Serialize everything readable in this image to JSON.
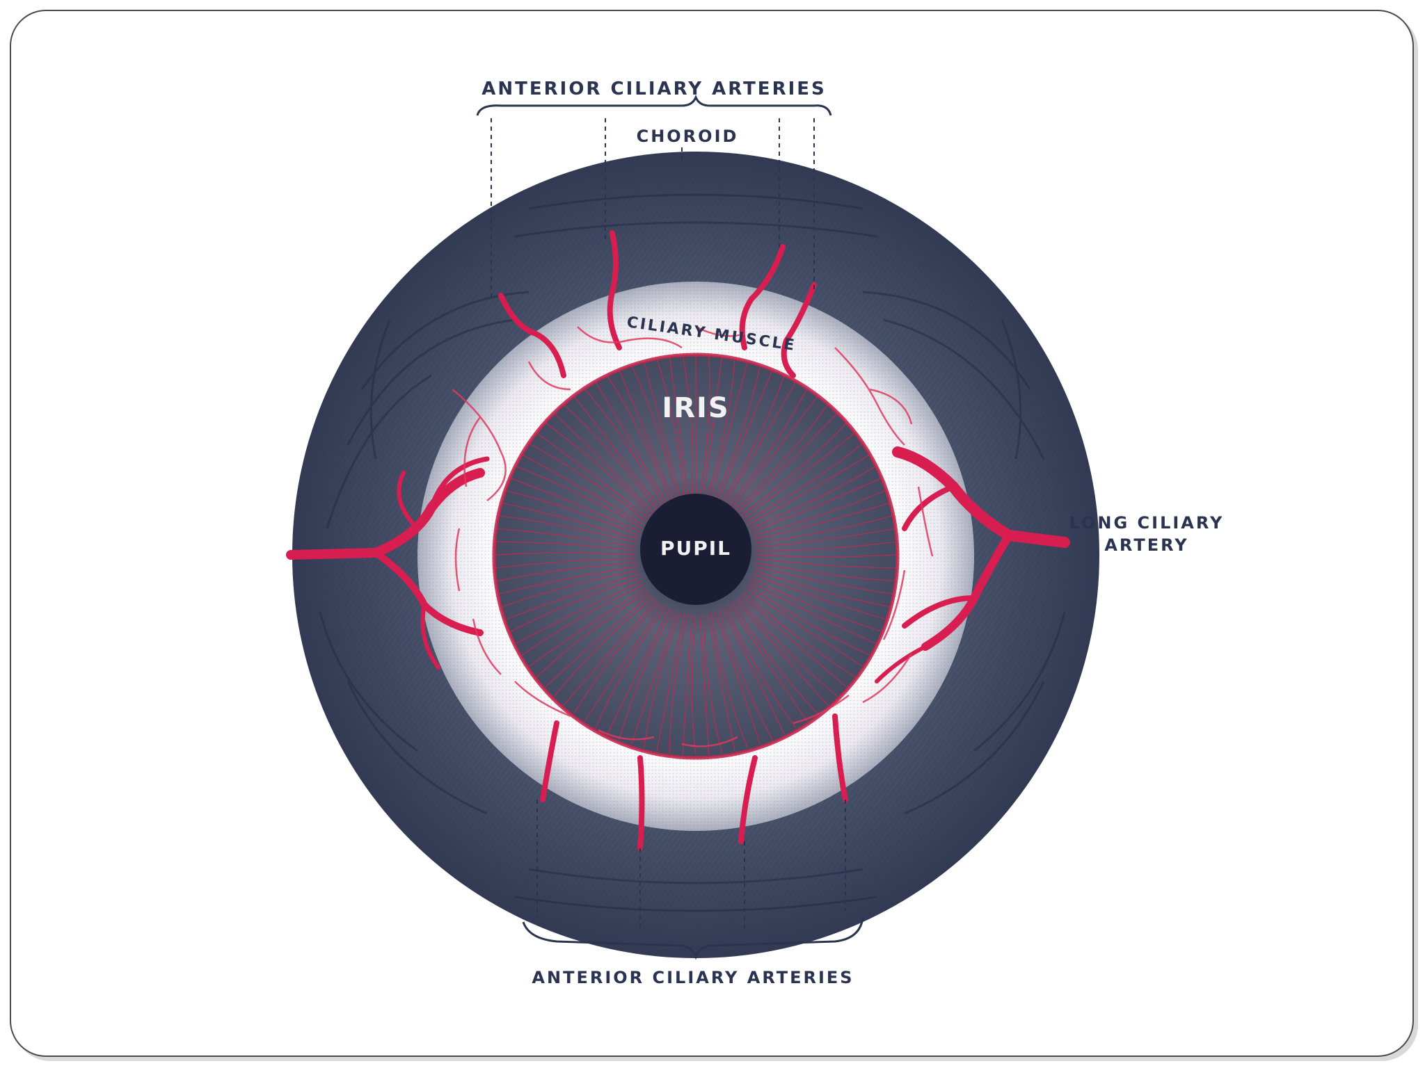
{
  "labels": {
    "anterior_top": "ANTERIOR CILIARY ARTERIES",
    "choroid": "CHOROID",
    "ciliary_muscle": "CILIARY MUSCLE",
    "iris": "IRIS",
    "pupil": "PUPIL",
    "long_ciliary_line1": "LONG CILIARY",
    "long_ciliary_line2": "ARTERY",
    "anterior_bottom": "ANTERIOR CILIARY ARTERIES"
  },
  "colors": {
    "background": "#ffffff",
    "choroid": "#3b4560",
    "ciliary_band": "#f5eef0",
    "iris": "#4d5367",
    "pupil": "#1a1d33",
    "artery": "#d81e50",
    "label": "#2a3350"
  }
}
